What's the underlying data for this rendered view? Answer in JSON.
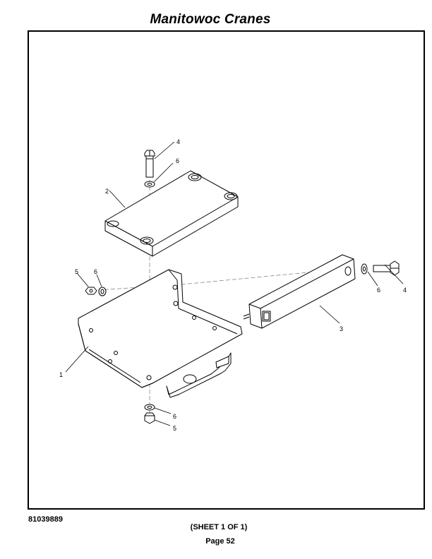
{
  "header": {
    "title": "Manitowoc Cranes"
  },
  "diagram": {
    "callouts": {
      "bolt_top": "4",
      "washer_top": "6",
      "plate": "2",
      "nut_left": "5",
      "washer_left": "6",
      "bracket": "1",
      "washer_right": "6",
      "bolt_right": "4",
      "block": "3",
      "washer_bottom": "6",
      "nut_bottom": "5"
    }
  },
  "footer": {
    "document_number": "81039889",
    "sheet": "(SHEET 1 OF 1)",
    "page": "Page 52"
  }
}
